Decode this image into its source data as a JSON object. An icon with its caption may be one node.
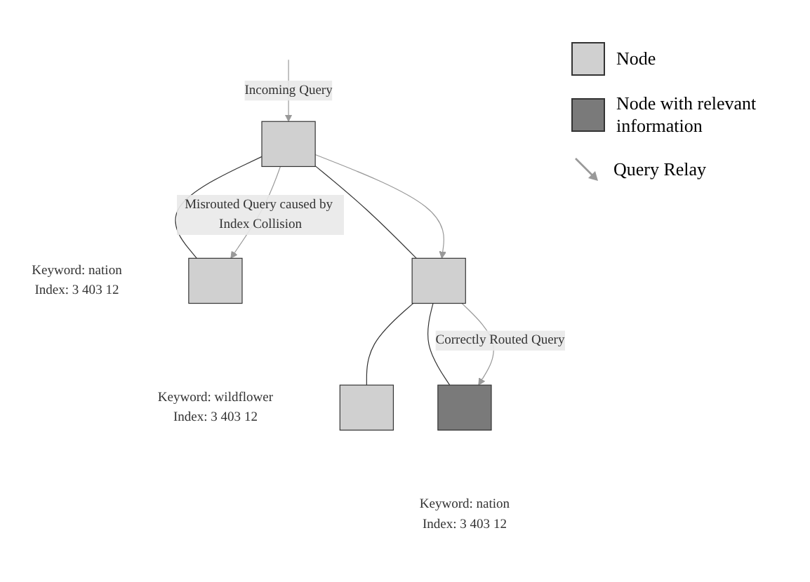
{
  "diagram": {
    "nodes": [
      {
        "text": [],
        "shape": "box",
        "beside": [
          "Keyword: nation",
          "Index: 3 403 12"
        ]
      },
      {
        "text": [],
        "shape": "box"
      },
      {
        "text": [],
        "shape": "box",
        "beside": [
          "Keyword: wildflower",
          "Index: 3 403 12"
        ]
      },
      {
        "text": [],
        "shape": "box"
      },
      {
        "text": [],
        "shape": "box",
        "beside": [
          "Keyword: nation",
          "Index: 3 403 12"
        ]
      }
    ],
    "edges": [
      {
        "from": null,
        "to": 0,
        "arrow": "to",
        "label": "Incoming Query",
        "color": "#999999"
      },
      {
        "from": 0,
        "to": 1,
        "arrow": "none",
        "color": "#333333"
      },
      {
        "from": 0,
        "to": 2,
        "arrow": "none",
        "color": "#333333"
      },
      {
        "from": 1,
        "to": 3,
        "arrow": "none",
        "color": "#333333"
      },
      {
        "from": 1,
        "to": 4,
        "arrow": "none",
        "color": "#333333"
      },
      {
        "from": 0,
        "to": 1,
        "arrow": "to",
        "color": "#999999"
      },
      {
        "from": 1,
        "to": 4,
        "arrow": "to",
        "label": "Correctly Routed Query",
        "color": "#999999"
      },
      {
        "from": 0,
        "to": 2,
        "arrow": "to",
        "label": "Misrouted Query caused by Index Collision",
        "color": "#999999"
      }
    ],
    "legend": [
      {
        "text": "Node",
        "color": "#d0d0d0"
      },
      {
        "text": "Node with relevant information",
        "color": "#7a7a7a"
      },
      {
        "text": "Query Relay"
      }
    ]
  }
}
